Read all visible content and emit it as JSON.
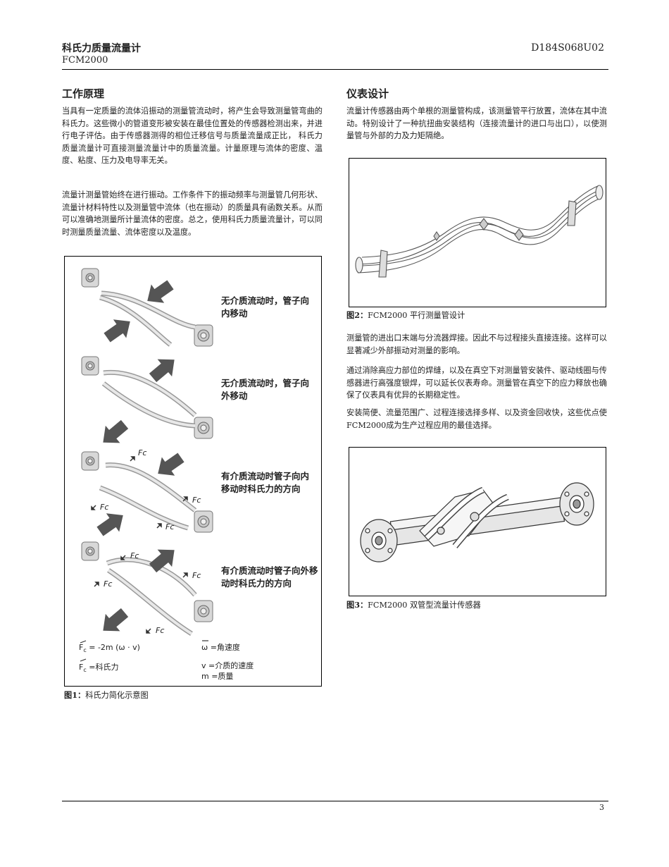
{
  "header": {
    "title": "科氏力质量流量计",
    "model": "FCM2000",
    "doc_number": "D184S068U02"
  },
  "left": {
    "heading": "工作原理",
    "para1": "当具有一定质量的流体沿振动的测量管流动时，将产生会导致测量管弯曲的科氏力。这些微小的管道变形被安装在最佳位置处的传感器检测出来，并进行电子评估。由于传感器测得的相位迁移信号与质量流量成正比， 科氏力质量流量计可直接测量流量计中的质量流量。计量原理与流体的密度、温度、粘度、压力及电导率无关。",
    "para2": "流量计测量管始终在进行振动。工作条件下的振动频率与测量管几何形状、流量计材料特性以及测量管中流体（也在振动）的质量具有函数关系。从而可以准确地测量所计量流体的密度。总之，使用科氏力质量流量计，可以同时测量质量流量、流体密度以及温度。"
  },
  "figure1": {
    "labels": [
      "无介质流动时，管子向内移动",
      "无介质流动时，管子向外移动",
      "有介质流动时管子向内移动时科氏力的方向",
      "有介质流动时管子向外移动时科氏力的方向"
    ],
    "force_label": "Fc",
    "formula_force": "= -2m (ω · v)",
    "formula_coriolis": "=科氏力",
    "formula_omega": "=角速度",
    "formula_velocity": "=介质的速度",
    "formula_mass": "m =质量",
    "caption_prefix": "图1：",
    "caption_text": "科氏力简化示意图"
  },
  "right": {
    "heading": "仪表设计",
    "para1": "流量计传感器由两个单根的测量管构成，该测量管平行放置，流体在其中流动。特别设计了一种抗扭曲安装结构（连接流量计的进口与出口），以使测量管与外部的力及力矩隔绝。",
    "para2": "测量管的进出口末端与分流器焊接。因此不与过程接头直接连接。这样可以显著减少外部振动对测量的影响。",
    "para3": "通过消除高应力部位的焊缝，以及在真空下对测量管安装件、驱动线圈与传感器进行高强度银焊，可以延长仪表寿命。测量管在真空下的应力释放也确保了仪表具有优异的长期稳定性。",
    "para4": "安装简便、流量范围广、过程连接选择多样、以及资金回收快，这些优点使FCM2000成为生产过程应用的最佳选择。"
  },
  "figure2": {
    "caption_prefix": "图2：",
    "caption_text": "FCM2000 平行测量管设计"
  },
  "figure3": {
    "caption_prefix": "图3：",
    "caption_text": "FCM2000 双管型流量计传感器"
  },
  "footer": {
    "page_number": "3"
  }
}
